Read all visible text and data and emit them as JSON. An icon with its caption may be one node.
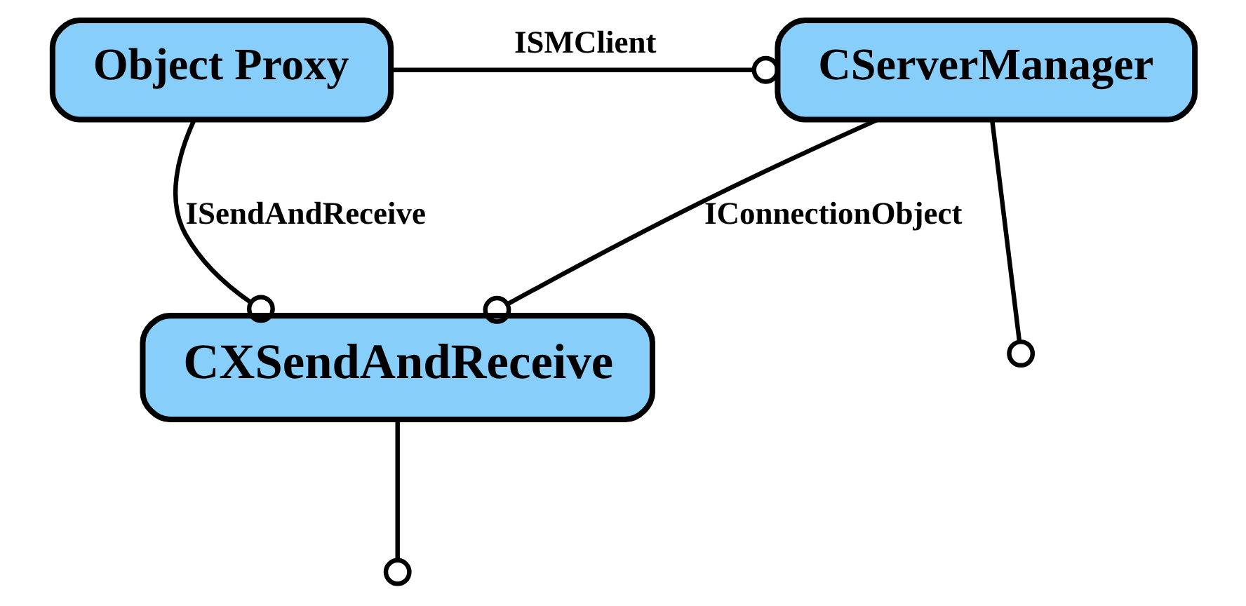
{
  "diagram": {
    "nodes": [
      {
        "text": [
          "Object Proxy"
        ]
      },
      {
        "text": [
          "CServerManager"
        ]
      },
      {
        "text": [
          "CXSendAndReceive"
        ]
      }
    ],
    "edges": [
      {
        "from": 0,
        "to": 1,
        "label": "ISMClient",
        "arrow": "other"
      },
      {
        "from": 1,
        "to": 2,
        "label": "IConnectionObject",
        "arrow": "other"
      },
      {
        "from": 0,
        "to": 2,
        "label": "ISendAndReceive",
        "arrow": "other"
      },
      {
        "from": 1,
        "to": null,
        "arrow": "other"
      },
      {
        "from": 2,
        "to": null,
        "arrow": "other"
      }
    ]
  }
}
